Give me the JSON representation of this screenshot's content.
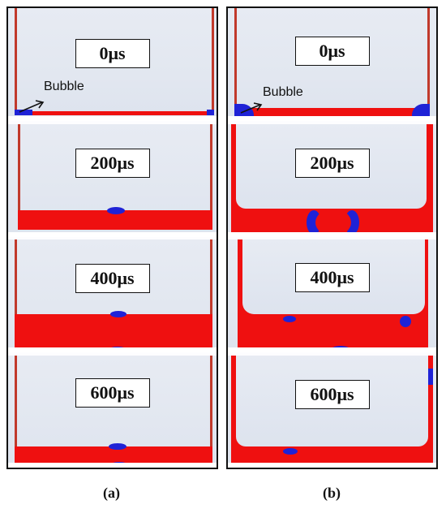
{
  "panels": [
    {
      "id": "a",
      "caption": "(a)",
      "frames": [
        {
          "time": "0μs",
          "annotation": "Bubble"
        },
        {
          "time": "200μs"
        },
        {
          "time": "400μs"
        },
        {
          "time": "600μs"
        }
      ]
    },
    {
      "id": "b",
      "caption": "(b)",
      "frames": [
        {
          "time": "0μs",
          "annotation": "Bubble"
        },
        {
          "time": "200μs"
        },
        {
          "time": "400μs"
        },
        {
          "time": "600μs"
        }
      ]
    }
  ],
  "colors": {
    "liquid": "#ef1010",
    "bubble": "#1f22d6",
    "wall": "#c1392b",
    "background": "#e4e8f1"
  }
}
